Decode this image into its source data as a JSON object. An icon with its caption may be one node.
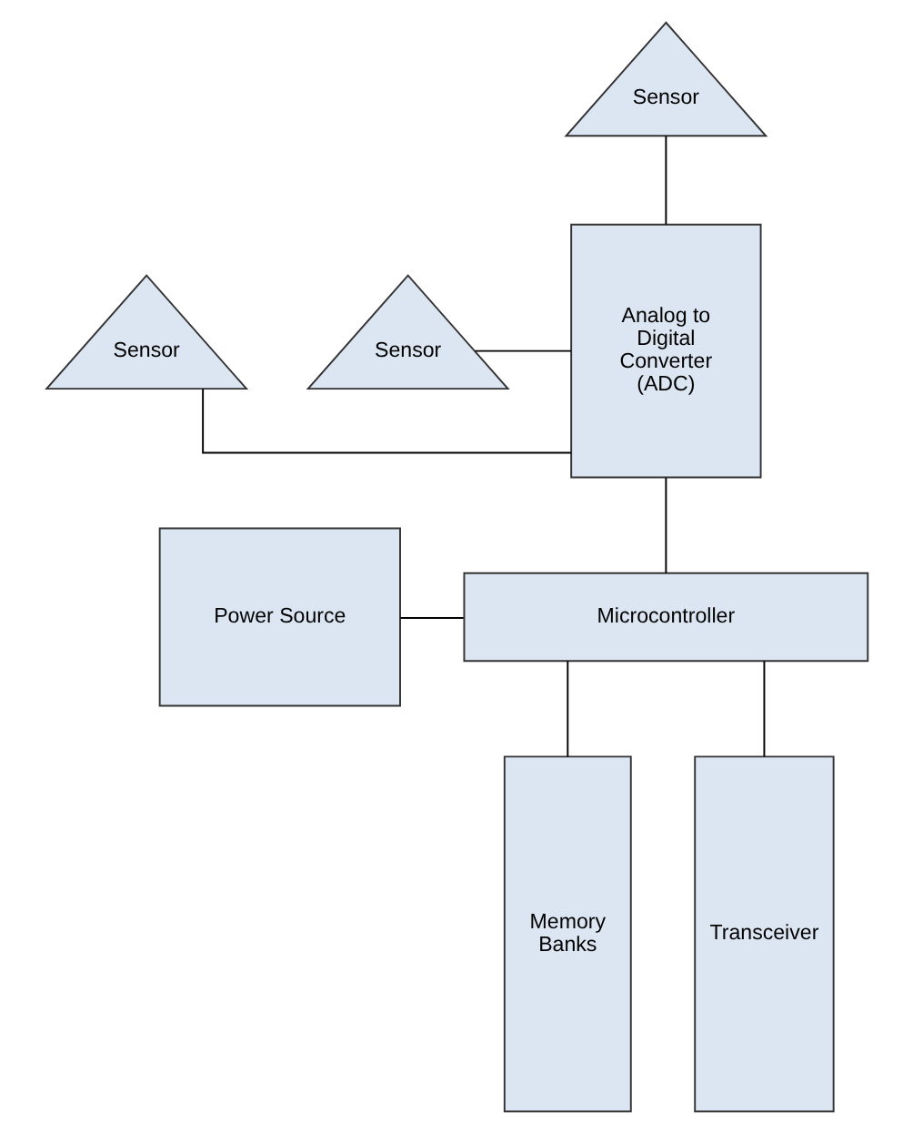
{
  "diagram": {
    "nodes": [
      {
        "text": [
          "Sensor"
        ]
      },
      {
        "text": [
          "Analog to Digital Converter (ADC)"
        ]
      },
      {
        "text": [
          "Sensor"
        ]
      },
      {
        "text": [
          "Sensor"
        ]
      },
      {
        "text": [
          "Power Source"
        ]
      },
      {
        "text": [
          "Microcontroller"
        ]
      },
      {
        "text": [
          "Memory Banks"
        ]
      },
      {
        "text": [
          "Transceiver"
        ]
      }
    ],
    "edges": [
      {
        "from": 0,
        "to": 1,
        "arrow": "none"
      },
      {
        "from": 2,
        "to": 1,
        "arrow": "none"
      },
      {
        "from": 3,
        "to": 1,
        "arrow": "none"
      },
      {
        "from": 1,
        "to": 5,
        "arrow": "none"
      },
      {
        "from": 4,
        "to": 5,
        "arrow": "none"
      },
      {
        "from": 5,
        "to": 6,
        "arrow": "none"
      },
      {
        "from": 5,
        "to": 7,
        "arrow": "none"
      }
    ]
  }
}
